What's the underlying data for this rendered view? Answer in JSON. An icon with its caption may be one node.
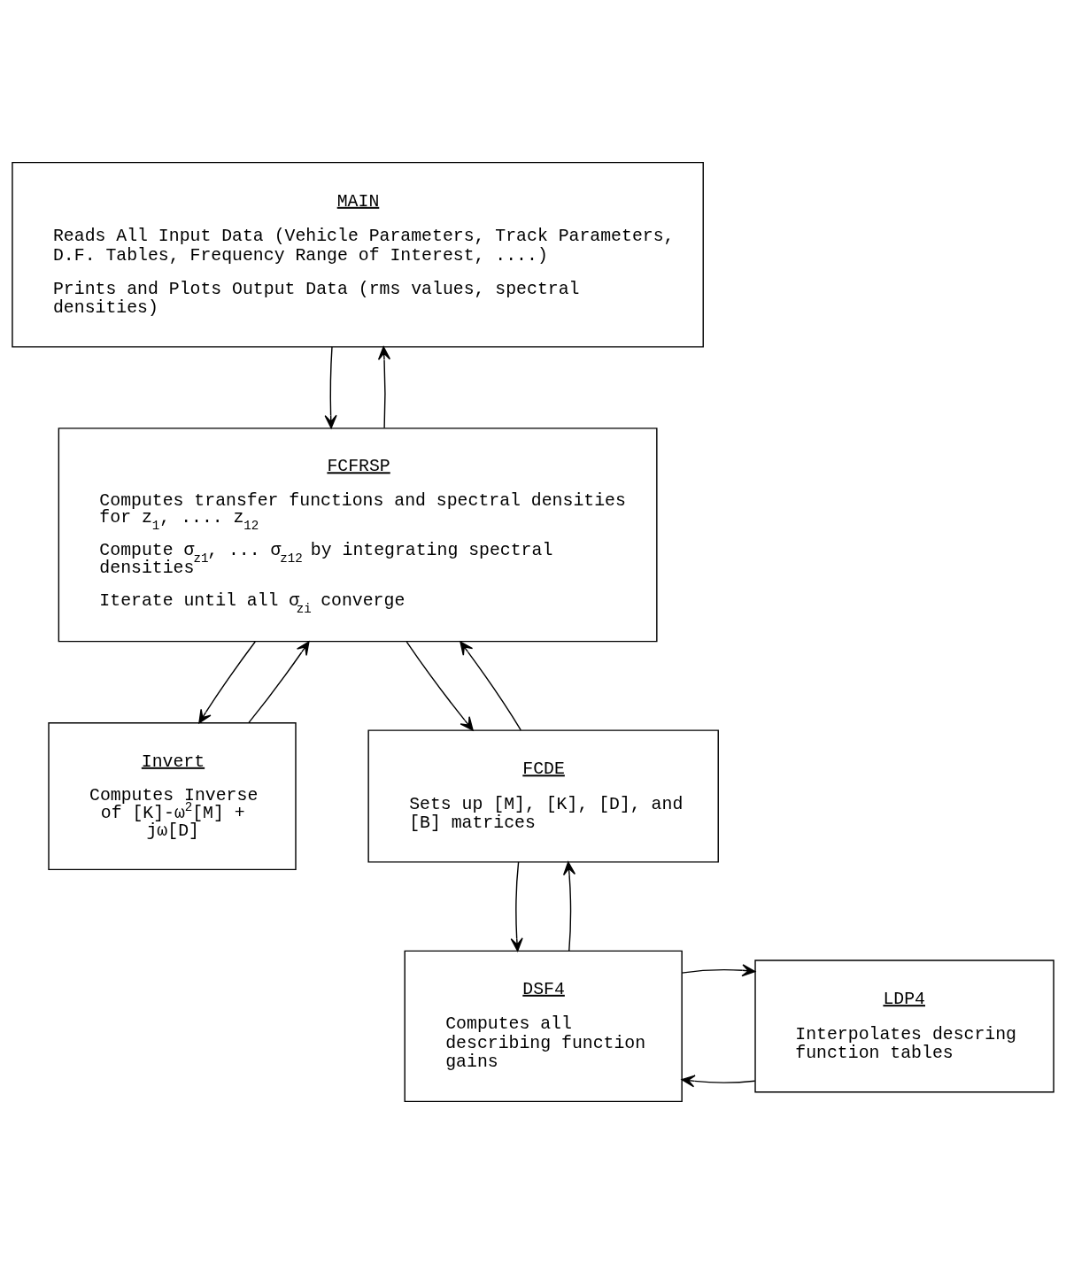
{
  "diagram": {
    "nodes": [
      {
        "text": [
          "MAIN",
          "Reads All Input Data (Vehicle Parameters, Track Parameters, D.F. Tables, Frequency Range of Interest, ....)",
          "Prints and Plots Output Data (rms values, spectral densities)"
        ]
      },
      {
        "text": [
          "FCFRSP",
          "Computes transfer functions and spectral densities for z$_{1}$, .... z$_{12}$",
          "Compute σ$_{z1}$, ... σ$_{z12}$ by integrating spectral densities",
          "Iterate until all σ$_{zi}$ converge"
        ]
      },
      {
        "text": [
          "Invert",
          "Computes Inverse of [K]-ω$^{2}$[M] + jω[D]"
        ]
      },
      {
        "text": [
          "FCDE",
          "Sets up [M], [K], [D], and [B] matrices"
        ]
      },
      {
        "text": [
          "DSF4",
          "Computes all describing function gains"
        ]
      },
      {
        "text": [
          "LDP4",
          "Interpolates descring function tables"
        ]
      }
    ],
    "edges": [
      {
        "from": 0,
        "to": 1,
        "arrow": "to"
      },
      {
        "from": 1,
        "to": 0,
        "arrow": "to"
      },
      {
        "from": 1,
        "to": 2,
        "arrow": "to"
      },
      {
        "from": 2,
        "to": 1,
        "arrow": "to"
      },
      {
        "from": 1,
        "to": 3,
        "arrow": "to"
      },
      {
        "from": 3,
        "to": 1,
        "arrow": "to"
      },
      {
        "from": 3,
        "to": 4,
        "arrow": "to"
      },
      {
        "from": 4,
        "to": 3,
        "arrow": "to"
      },
      {
        "from": 5,
        "to": 4,
        "arrow": "to"
      },
      {
        "from": 4,
        "to": 5,
        "arrow": "to"
      }
    ]
  }
}
